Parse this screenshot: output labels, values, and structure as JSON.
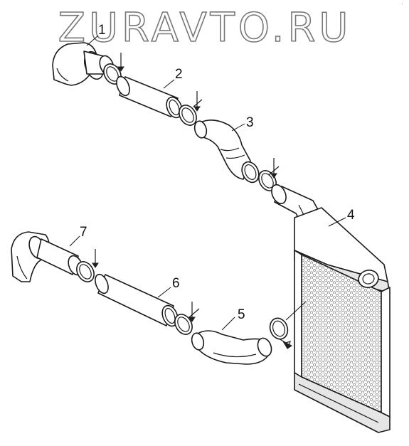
{
  "watermark": "ZURAVTO.RU",
  "callouts": [
    "1",
    "2",
    "3",
    "4",
    "5",
    "6",
    "7"
  ],
  "colors": {
    "line": "#1a1a1a",
    "paper": "#ffffff",
    "mesh": "#9a9a9a",
    "watermark_outline": "#777777"
  }
}
